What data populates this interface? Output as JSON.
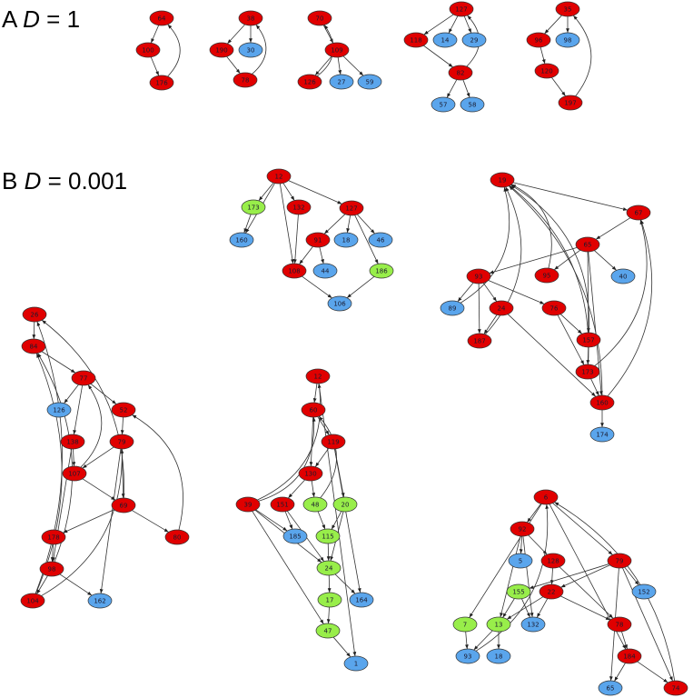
{
  "panels": {
    "a": {
      "letter": "A",
      "var": "D",
      "eq": " = 1"
    },
    "b": {
      "letter": "B",
      "var": "D",
      "eq": " = 0.001"
    }
  },
  "colors": {
    "red": "#e00000",
    "blue": "#5aa5ec",
    "green": "#98ee4a",
    "stroke": "#333333"
  },
  "graphs": [
    {
      "id": "a1",
      "nodes": [
        {
          "id": "n1",
          "label": "64",
          "color": "red"
        },
        {
          "id": "n2",
          "label": "100",
          "color": "red"
        },
        {
          "id": "n3",
          "label": "176",
          "color": "red"
        }
      ],
      "edges": [
        [
          "n1",
          "n2"
        ],
        [
          "n2",
          "n3"
        ],
        [
          "n3",
          "n1"
        ]
      ]
    },
    {
      "id": "a2",
      "nodes": [
        {
          "id": "n1",
          "label": "38",
          "color": "red"
        },
        {
          "id": "n2",
          "label": "190",
          "color": "red"
        },
        {
          "id": "n3",
          "label": "30",
          "color": "blue"
        },
        {
          "id": "n4",
          "label": "78",
          "color": "red"
        }
      ],
      "edges": [
        [
          "n1",
          "n2"
        ],
        [
          "n1",
          "n3"
        ],
        [
          "n2",
          "n4"
        ],
        [
          "n4",
          "n1"
        ]
      ]
    },
    {
      "id": "a3",
      "nodes": [
        {
          "id": "n1",
          "label": "70",
          "color": "red"
        },
        {
          "id": "n2",
          "label": "109",
          "color": "red"
        },
        {
          "id": "n3",
          "label": "126",
          "color": "red"
        },
        {
          "id": "n4",
          "label": "27",
          "color": "blue"
        },
        {
          "id": "n5",
          "label": "59",
          "color": "blue"
        }
      ],
      "edges": [
        [
          "n1",
          "n2"
        ],
        [
          "n2",
          "n3"
        ],
        [
          "n2",
          "n4"
        ],
        [
          "n2",
          "n5"
        ],
        [
          "n3",
          "n1"
        ]
      ]
    },
    {
      "id": "a4",
      "nodes": [
        {
          "id": "n1",
          "label": "127",
          "color": "red"
        },
        {
          "id": "n2",
          "label": "118",
          "color": "red"
        },
        {
          "id": "n3",
          "label": "14",
          "color": "blue"
        },
        {
          "id": "n4",
          "label": "29",
          "color": "blue"
        },
        {
          "id": "n5",
          "label": "82",
          "color": "red"
        },
        {
          "id": "n6",
          "label": "57",
          "color": "blue"
        },
        {
          "id": "n7",
          "label": "58",
          "color": "blue"
        }
      ],
      "edges": [
        [
          "n1",
          "n2"
        ],
        [
          "n1",
          "n3"
        ],
        [
          "n1",
          "n4"
        ],
        [
          "n2",
          "n5"
        ],
        [
          "n5",
          "n6"
        ],
        [
          "n5",
          "n7"
        ],
        [
          "n5",
          "n1"
        ]
      ]
    },
    {
      "id": "a5",
      "nodes": [
        {
          "id": "n1",
          "label": "35",
          "color": "red"
        },
        {
          "id": "n2",
          "label": "96",
          "color": "red"
        },
        {
          "id": "n3",
          "label": "98",
          "color": "blue"
        },
        {
          "id": "n4",
          "label": "120",
          "color": "red"
        },
        {
          "id": "n5",
          "label": "197",
          "color": "red"
        }
      ],
      "edges": [
        [
          "n1",
          "n2"
        ],
        [
          "n1",
          "n3"
        ],
        [
          "n2",
          "n4"
        ],
        [
          "n4",
          "n5"
        ],
        [
          "n5",
          "n1"
        ]
      ]
    },
    {
      "id": "b1",
      "nodes": [
        {
          "id": "n1",
          "label": "12",
          "color": "red"
        },
        {
          "id": "n2",
          "label": "173",
          "color": "green"
        },
        {
          "id": "n3",
          "label": "132",
          "color": "red"
        },
        {
          "id": "n4",
          "label": "127",
          "color": "red"
        },
        {
          "id": "n5",
          "label": "160",
          "color": "blue"
        },
        {
          "id": "n6",
          "label": "91",
          "color": "red"
        },
        {
          "id": "n7",
          "label": "18",
          "color": "blue"
        },
        {
          "id": "n8",
          "label": "46",
          "color": "blue"
        },
        {
          "id": "n9",
          "label": "108",
          "color": "red"
        },
        {
          "id": "n10",
          "label": "44",
          "color": "blue"
        },
        {
          "id": "n11",
          "label": "186",
          "color": "green"
        },
        {
          "id": "n12",
          "label": "106",
          "color": "blue"
        }
      ],
      "edges": [
        [
          "n1",
          "n2"
        ],
        [
          "n1",
          "n3"
        ],
        [
          "n1",
          "n4"
        ],
        [
          "n1",
          "n5"
        ],
        [
          "n2",
          "n5"
        ],
        [
          "n3",
          "n9"
        ],
        [
          "n1",
          "n9"
        ],
        [
          "n4",
          "n6"
        ],
        [
          "n4",
          "n7"
        ],
        [
          "n4",
          "n8"
        ],
        [
          "n4",
          "n11"
        ],
        [
          "n6",
          "n9"
        ],
        [
          "n6",
          "n10"
        ],
        [
          "n9",
          "n12"
        ],
        [
          "n11",
          "n12"
        ]
      ]
    },
    {
      "id": "b2",
      "nodes": [
        {
          "id": "n1",
          "label": "19",
          "color": "red"
        },
        {
          "id": "n2",
          "label": "67",
          "color": "red"
        },
        {
          "id": "n3",
          "label": "65",
          "color": "red"
        },
        {
          "id": "n4",
          "label": "40",
          "color": "blue"
        },
        {
          "id": "n5",
          "label": "93",
          "color": "red"
        },
        {
          "id": "n6",
          "label": "95",
          "color": "red"
        },
        {
          "id": "n7",
          "label": "89",
          "color": "blue"
        },
        {
          "id": "n8",
          "label": "24",
          "color": "red"
        },
        {
          "id": "n9",
          "label": "76",
          "color": "red"
        },
        {
          "id": "n10",
          "label": "187",
          "color": "red"
        },
        {
          "id": "n11",
          "label": "157",
          "color": "red"
        },
        {
          "id": "n12",
          "label": "173",
          "color": "red"
        },
        {
          "id": "n13",
          "label": "160",
          "color": "red"
        },
        {
          "id": "n14",
          "label": "174",
          "color": "blue"
        }
      ],
      "edges": [
        [
          "n1",
          "n2"
        ],
        [
          "n2",
          "n3"
        ],
        [
          "n3",
          "n4"
        ],
        [
          "n3",
          "n5"
        ],
        [
          "n3",
          "n6"
        ],
        [
          "n3",
          "n11"
        ],
        [
          "n3",
          "n13"
        ],
        [
          "n5",
          "n7"
        ],
        [
          "n5",
          "n8"
        ],
        [
          "n5",
          "n9"
        ],
        [
          "n5",
          "n10"
        ],
        [
          "n8",
          "n10"
        ],
        [
          "n8",
          "n13"
        ],
        [
          "n9",
          "n11"
        ],
        [
          "n9",
          "n12"
        ],
        [
          "n11",
          "n12"
        ],
        [
          "n12",
          "n13"
        ],
        [
          "n13",
          "n14"
        ],
        [
          "n6",
          "n1"
        ],
        [
          "n7",
          "n1"
        ],
        [
          "n10",
          "n1"
        ],
        [
          "n11",
          "n1"
        ],
        [
          "n12",
          "n1"
        ],
        [
          "n13",
          "n2"
        ],
        [
          "n12",
          "n2"
        ],
        [
          "n13",
          "n1"
        ]
      ]
    },
    {
      "id": "b3",
      "nodes": [
        {
          "id": "n1",
          "label": "26",
          "color": "red"
        },
        {
          "id": "n2",
          "label": "84",
          "color": "red"
        },
        {
          "id": "n3",
          "label": "77",
          "color": "red"
        },
        {
          "id": "n4",
          "label": "126",
          "color": "blue"
        },
        {
          "id": "n5",
          "label": "52",
          "color": "red"
        },
        {
          "id": "n6",
          "label": "138",
          "color": "red"
        },
        {
          "id": "n7",
          "label": "79",
          "color": "red"
        },
        {
          "id": "n8",
          "label": "107",
          "color": "red"
        },
        {
          "id": "n9",
          "label": "69",
          "color": "red"
        },
        {
          "id": "n10",
          "label": "178",
          "color": "red"
        },
        {
          "id": "n11",
          "label": "80",
          "color": "red"
        },
        {
          "id": "n12",
          "label": "98",
          "color": "red"
        },
        {
          "id": "n13",
          "label": "104",
          "color": "red"
        },
        {
          "id": "n14",
          "label": "162",
          "color": "blue"
        }
      ],
      "edges": [
        [
          "n1",
          "n2"
        ],
        [
          "n2",
          "n3"
        ],
        [
          "n3",
          "n4"
        ],
        [
          "n3",
          "n5"
        ],
        [
          "n3",
          "n6"
        ],
        [
          "n5",
          "n7"
        ],
        [
          "n6",
          "n8"
        ],
        [
          "n7",
          "n8"
        ],
        [
          "n8",
          "n9"
        ],
        [
          "n7",
          "n9"
        ],
        [
          "n9",
          "n10"
        ],
        [
          "n9",
          "n11"
        ],
        [
          "n10",
          "n12"
        ],
        [
          "n12",
          "n13"
        ],
        [
          "n12",
          "n14"
        ],
        [
          "n7",
          "n14"
        ],
        [
          "n12",
          "n2"
        ],
        [
          "n13",
          "n1"
        ],
        [
          "n13",
          "n2"
        ],
        [
          "n13",
          "n7"
        ],
        [
          "n9",
          "n1"
        ],
        [
          "n11",
          "n5"
        ],
        [
          "n8",
          "n3"
        ],
        [
          "n6",
          "n12"
        ]
      ]
    },
    {
      "id": "b4",
      "nodes": [
        {
          "id": "n1",
          "label": "12",
          "color": "red"
        },
        {
          "id": "n2",
          "label": "60",
          "color": "red"
        },
        {
          "id": "n3",
          "label": "119",
          "color": "red"
        },
        {
          "id": "n4",
          "label": "130",
          "color": "red"
        },
        {
          "id": "n5",
          "label": "151",
          "color": "red"
        },
        {
          "id": "n6",
          "label": "48",
          "color": "green"
        },
        {
          "id": "n7",
          "label": "20",
          "color": "green"
        },
        {
          "id": "n8",
          "label": "39",
          "color": "red"
        },
        {
          "id": "n9",
          "label": "185",
          "color": "blue"
        },
        {
          "id": "n10",
          "label": "115",
          "color": "green"
        },
        {
          "id": "n11",
          "label": "24",
          "color": "green"
        },
        {
          "id": "n12",
          "label": "17",
          "color": "green"
        },
        {
          "id": "n13",
          "label": "164",
          "color": "blue"
        },
        {
          "id": "n14",
          "label": "47",
          "color": "green"
        },
        {
          "id": "n15",
          "label": "1",
          "color": "blue"
        }
      ],
      "edges": [
        [
          "n1",
          "n2"
        ],
        [
          "n2",
          "n3"
        ],
        [
          "n2",
          "n4"
        ],
        [
          "n3",
          "n4"
        ],
        [
          "n4",
          "n5"
        ],
        [
          "n4",
          "n6"
        ],
        [
          "n3",
          "n7"
        ],
        [
          "n3",
          "n13"
        ],
        [
          "n5",
          "n9"
        ],
        [
          "n5",
          "n11"
        ],
        [
          "n6",
          "n10"
        ],
        [
          "n7",
          "n10"
        ],
        [
          "n7",
          "n11"
        ],
        [
          "n8",
          "n9"
        ],
        [
          "n8",
          "n11"
        ],
        [
          "n8",
          "n14"
        ],
        [
          "n10",
          "n11"
        ],
        [
          "n11",
          "n12"
        ],
        [
          "n11",
          "n13"
        ],
        [
          "n12",
          "n14"
        ],
        [
          "n14",
          "n15"
        ],
        [
          "n1",
          "n15"
        ],
        [
          "n8",
          "n1"
        ],
        [
          "n8",
          "n2"
        ],
        [
          "n6",
          "n2"
        ]
      ]
    },
    {
      "id": "b5",
      "nodes": [
        {
          "id": "n1",
          "label": "6",
          "color": "red"
        },
        {
          "id": "n2",
          "label": "92",
          "color": "red"
        },
        {
          "id": "n3",
          "label": "5",
          "color": "blue"
        },
        {
          "id": "n4",
          "label": "128",
          "color": "red"
        },
        {
          "id": "n5",
          "label": "79",
          "color": "red"
        },
        {
          "id": "n6",
          "label": "155",
          "color": "green"
        },
        {
          "id": "n7",
          "label": "22",
          "color": "red"
        },
        {
          "id": "n8",
          "label": "152",
          "color": "blue"
        },
        {
          "id": "n9",
          "label": "7",
          "color": "green"
        },
        {
          "id": "n10",
          "label": "13",
          "color": "green"
        },
        {
          "id": "n11",
          "label": "132",
          "color": "blue"
        },
        {
          "id": "n12",
          "label": "78",
          "color": "red"
        },
        {
          "id": "n13",
          "label": "93",
          "color": "blue"
        },
        {
          "id": "n14",
          "label": "18",
          "color": "blue"
        },
        {
          "id": "n15",
          "label": "184",
          "color": "red"
        },
        {
          "id": "n16",
          "label": "65",
          "color": "blue"
        },
        {
          "id": "n17",
          "label": "74",
          "color": "red"
        }
      ],
      "edges": [
        [
          "n1",
          "n2"
        ],
        [
          "n1",
          "n5"
        ],
        [
          "n1",
          "n9"
        ],
        [
          "n1",
          "n15"
        ],
        [
          "n2",
          "n3"
        ],
        [
          "n2",
          "n4"
        ],
        [
          "n2",
          "n10"
        ],
        [
          "n2",
          "n11"
        ],
        [
          "n4",
          "n7"
        ],
        [
          "n4",
          "n12"
        ],
        [
          "n5",
          "n6"
        ],
        [
          "n5",
          "n7"
        ],
        [
          "n5",
          "n8"
        ],
        [
          "n5",
          "n16"
        ],
        [
          "n5",
          "n17"
        ],
        [
          "n6",
          "n10"
        ],
        [
          "n6",
          "n11"
        ],
        [
          "n7",
          "n10"
        ],
        [
          "n7",
          "n11"
        ],
        [
          "n7",
          "n12"
        ],
        [
          "n9",
          "n13"
        ],
        [
          "n10",
          "n13"
        ],
        [
          "n10",
          "n14"
        ],
        [
          "n12",
          "n15"
        ],
        [
          "n15",
          "n16"
        ],
        [
          "n15",
          "n17"
        ],
        [
          "n17",
          "n1"
        ],
        [
          "n13",
          "n1"
        ]
      ]
    }
  ]
}
